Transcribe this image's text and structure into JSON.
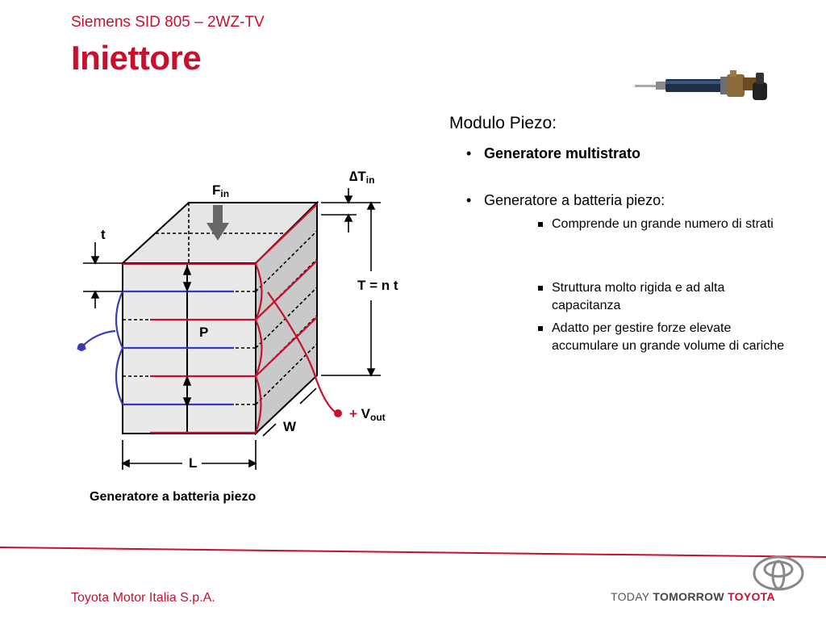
{
  "header": {
    "subtitle": "Siemens SID 805 – 2WZ-TV",
    "title": "Iniettore"
  },
  "content": {
    "section_title": "Modulo Piezo:",
    "bullets": [
      {
        "label": "Generatore multistrato",
        "bold": true
      },
      {
        "label": "Generatore a batteria piezo:"
      }
    ],
    "sub_bullets": [
      "Comprende un grande numero di strati",
      "Struttura molto rigida e ad alta capacitanza",
      "Adatto per gestire forze elevate accumulare un grande volume di cariche"
    ]
  },
  "diagram": {
    "force": "F",
    "force_sub": "in",
    "delta_t": "∆T",
    "delta_t_sub": "in",
    "layer_thickness": "t",
    "total_height": "T = n t",
    "pressure": "P",
    "width": "W",
    "length": "L",
    "minus": "–",
    "plus": "+",
    "vout": "V",
    "vout_sub": "out",
    "caption": "Generatore a batteria piezo"
  },
  "footer": {
    "company": "Toyota Motor Italia S.p.A.",
    "brand_today": "TODAY",
    "brand_tomorrow": "TOMORROW",
    "brand_toyota": "TOYOTA"
  },
  "colors": {
    "accent": "#c8102e",
    "electrode_red": "#c8102e",
    "electrode_blue": "#3a3ab8"
  },
  "icons": [
    "injector-image",
    "toyota-logo-icon"
  ]
}
